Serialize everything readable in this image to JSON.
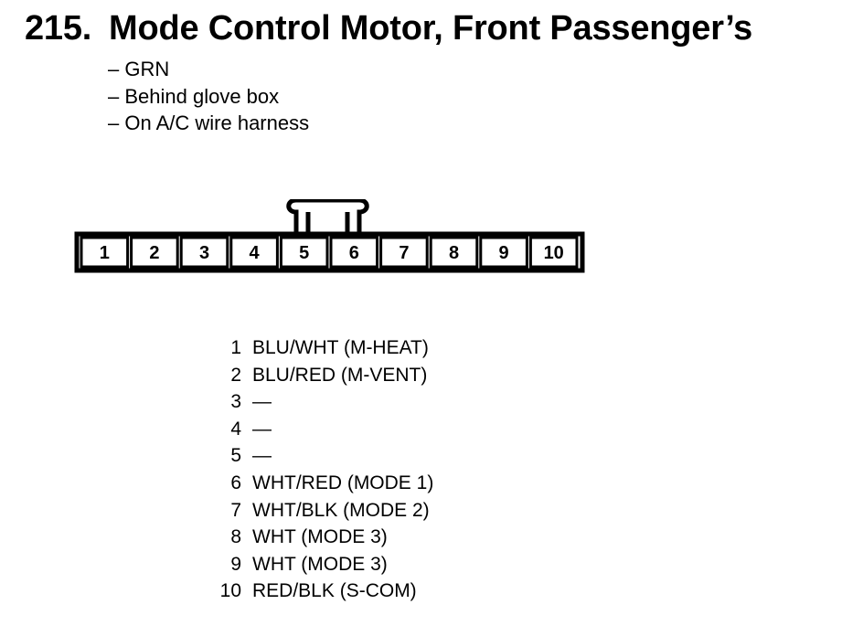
{
  "title": {
    "number": "215.",
    "text": "Mode Control Motor, Front Passenger’s"
  },
  "notes": [
    "– GRN",
    "– Behind glove box",
    "– On A/C wire harness"
  ],
  "connector": {
    "pins": [
      "1",
      "2",
      "3",
      "4",
      "5",
      "6",
      "7",
      "8",
      "9",
      "10"
    ]
  },
  "pin_assignments": [
    {
      "pin": "1",
      "desc": "BLU/WHT (M-HEAT)"
    },
    {
      "pin": "2",
      "desc": "BLU/RED (M-VENT)"
    },
    {
      "pin": "3",
      "desc": "—"
    },
    {
      "pin": "4",
      "desc": "—"
    },
    {
      "pin": "5",
      "desc": "—"
    },
    {
      "pin": "6",
      "desc": "WHT/RED (MODE 1)"
    },
    {
      "pin": "7",
      "desc": "WHT/BLK (MODE 2)"
    },
    {
      "pin": "8",
      "desc": "WHT (MODE 3)"
    },
    {
      "pin": "9",
      "desc": "WHT (MODE 3)"
    },
    {
      "pin": "10",
      "desc": "RED/BLK (S-COM)"
    }
  ]
}
